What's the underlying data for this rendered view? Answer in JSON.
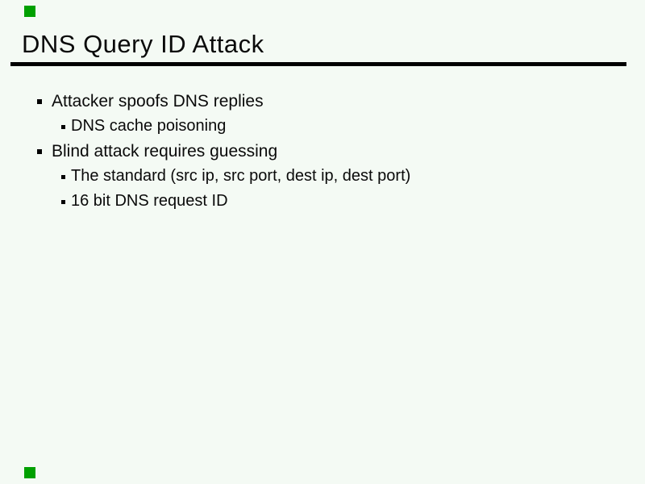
{
  "slide": {
    "title": "DNS Query ID Attack",
    "bullets": [
      {
        "level": 1,
        "text": "Attacker spoofs DNS replies"
      },
      {
        "level": 2,
        "text": "DNS cache poisoning"
      },
      {
        "level": 1,
        "text": "Blind attack requires guessing"
      },
      {
        "level": 2,
        "text": "The standard (src ip, src port, dest ip, dest port)"
      },
      {
        "level": 2,
        "text": "16 bit DNS request ID"
      }
    ],
    "decorations": {
      "top_left_marker": "green-square",
      "bottom_left_marker": "green-square",
      "title_underline": "thick-black-rule"
    },
    "colors": {
      "background": "#f4faf4",
      "text": "#0a0a0a",
      "rule": "#000000",
      "bullet_marker": "#000000",
      "corner_marker_green": "#00a000"
    }
  }
}
